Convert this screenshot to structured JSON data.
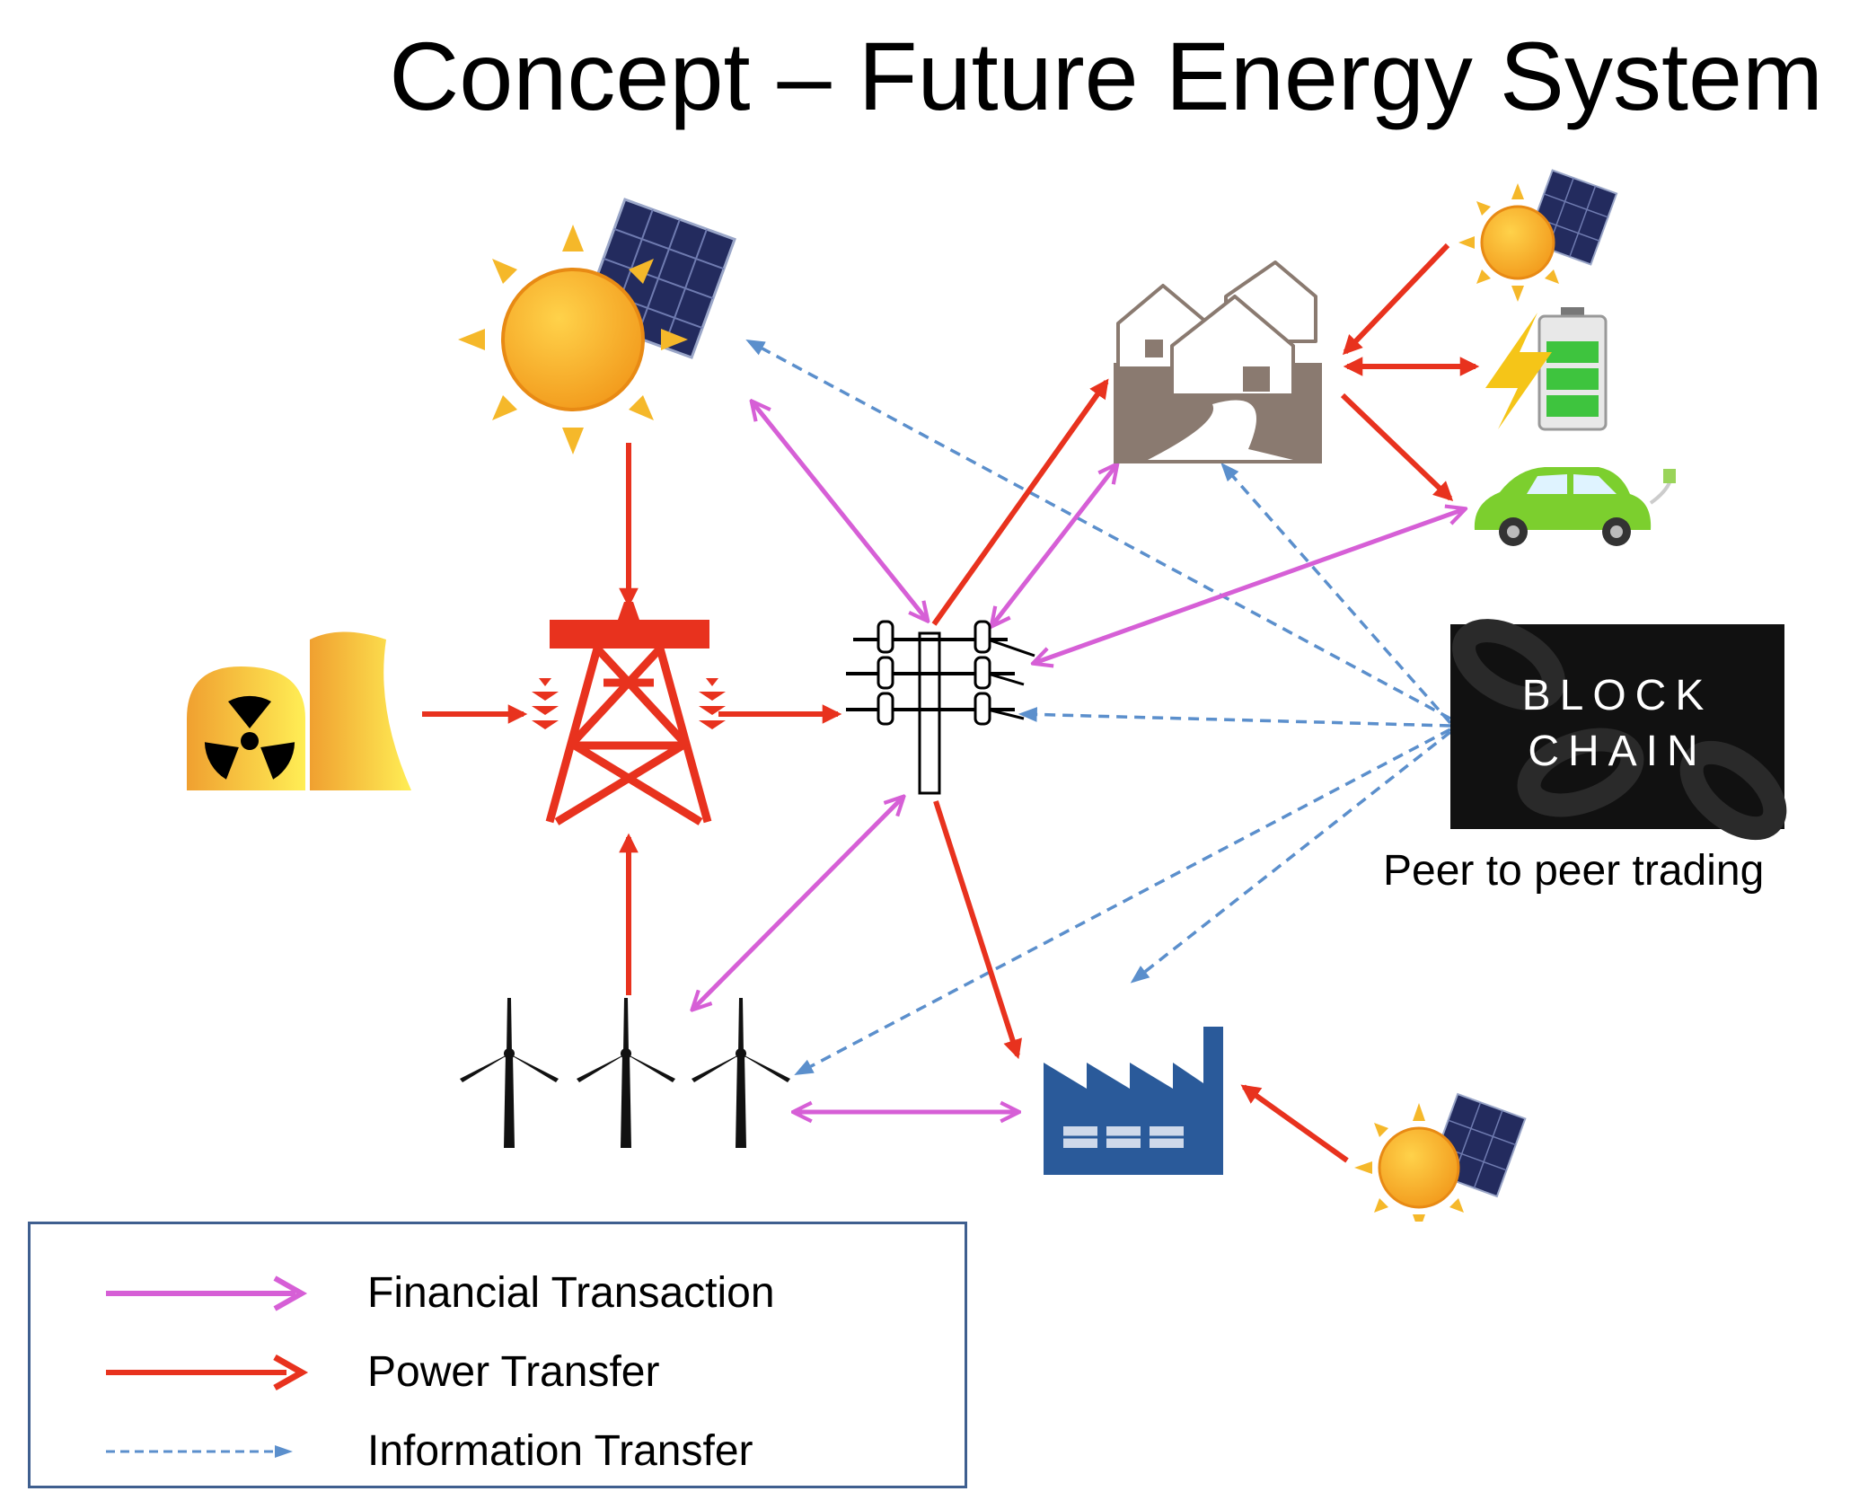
{
  "title": "Concept – Future Energy System",
  "nodes": {
    "solar_top": {
      "icon": "solar-sun-panel-icon"
    },
    "nuclear": {
      "icon": "nuclear-plant-icon"
    },
    "pylon": {
      "icon": "transmission-pylon-icon"
    },
    "pole": {
      "icon": "distribution-pole-icon"
    },
    "houses": {
      "icon": "houses-icon"
    },
    "solar_home": {
      "icon": "solar-sun-panel-icon"
    },
    "battery": {
      "icon": "battery-icon"
    },
    "ev": {
      "icon": "electric-car-icon"
    },
    "blockchain": {
      "icon": "blockchain-icon",
      "line1": "BLOCK",
      "line2": "CHAIN"
    },
    "wind": {
      "icon": "wind-turbines-icon"
    },
    "factory": {
      "icon": "factory-icon"
    },
    "solar_factory": {
      "icon": "solar-sun-panel-icon"
    }
  },
  "blockchain_caption": "Peer to peer trading",
  "legend": {
    "items": [
      {
        "label": "Financial Transaction",
        "color": "#d65fd6",
        "style": "solid"
      },
      {
        "label": "Power Transfer",
        "color": "#e8321e",
        "style": "solid"
      },
      {
        "label": "Information Transfer",
        "color": "#5b8fcc",
        "style": "dashed"
      }
    ]
  },
  "colors": {
    "financial": "#d65fd6",
    "power": "#e8321e",
    "information": "#5b8fcc",
    "sun": "#f5a623",
    "panel": "#232b5e",
    "factory": "#2a5a9a",
    "house": "#8a7a70",
    "car": "#7ccf2e"
  }
}
